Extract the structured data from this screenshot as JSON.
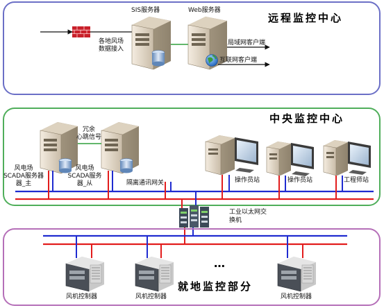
{
  "remote": {
    "title": "远程监控中心",
    "sis_label": "SIS服务器",
    "web_label": "Web服务器",
    "data_in_line1": "各地风场",
    "data_in_line2": "数据接入",
    "lan_client": "局域网客户端",
    "internet_client": "互联网客户端"
  },
  "central": {
    "title": "中央监控中心",
    "redundant_line1": "冗余",
    "redundant_line2": "心跳信号",
    "main_server_line1": "风电场",
    "main_server_line2": "SCADA服务器",
    "main_server_line3": "器_主",
    "backup_server_line1": "风电场",
    "backup_server_line2": "SCADA服务",
    "backup_server_line3": "器_从",
    "gateway": "隔离通讯网关",
    "op_station_1": "操作员站",
    "op_station_2": "操作员站",
    "eng_station": "工程师站"
  },
  "switch": {
    "label_line1": "工业以太网交",
    "label_line2": "换机"
  },
  "local": {
    "title": "就地监控部分",
    "ellipsis": "…",
    "controller_1": "风机控制器",
    "controller_2": "风机控制器",
    "controller_3": "风机控制器"
  },
  "colors": {
    "remote_border": "#6b6fc6",
    "central_border": "#4fae5a",
    "local_border": "#b56fb8",
    "red_bus": "#e21c1c",
    "blue_bus": "#1f2bd0",
    "green_link": "#2f9f3a"
  }
}
